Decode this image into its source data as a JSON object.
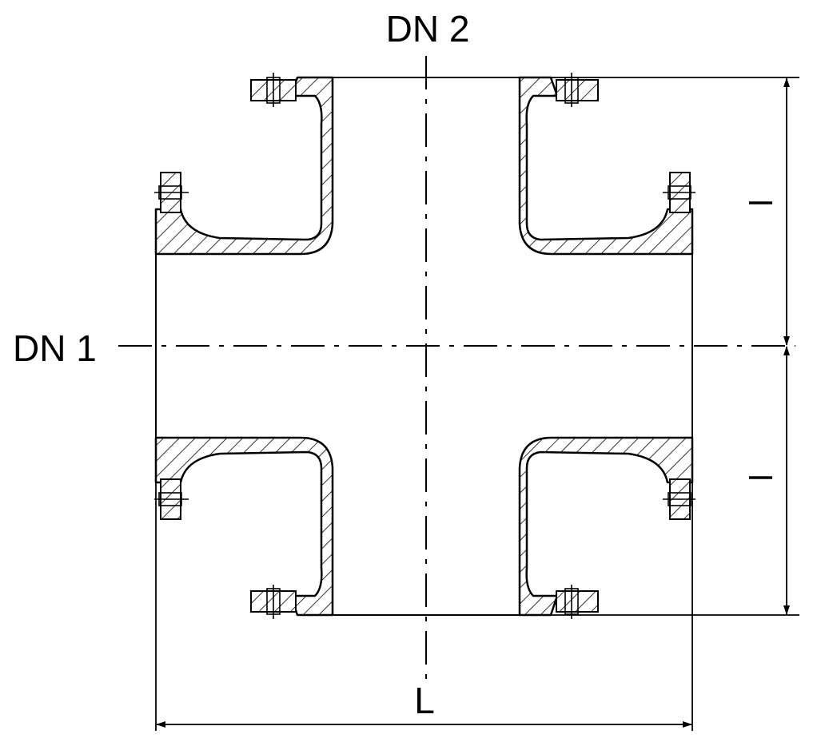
{
  "labels": {
    "dn1": "DN 1",
    "dn2": "DN 2",
    "length": "L",
    "upper_dimension": "l",
    "lower_dimension": "l"
  }
}
